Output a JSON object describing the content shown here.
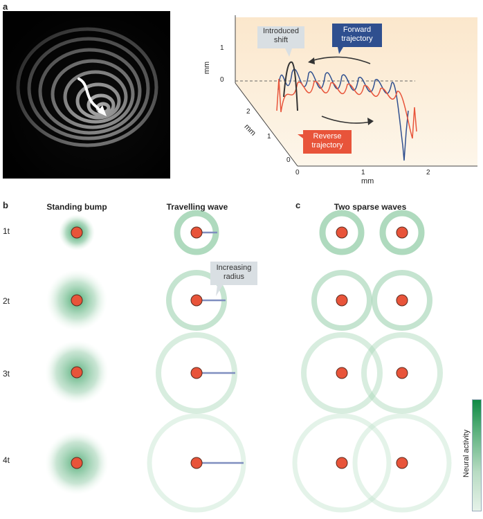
{
  "panel_a": {
    "letter": "a",
    "plot": {
      "axis_vertical_label": "mm",
      "axis_depth_label": "mm",
      "axis_horizontal_label": "mm",
      "vertical_ticks": [
        "1",
        "0"
      ],
      "depth_ticks": [
        "2",
        "1",
        "0"
      ],
      "horizontal_ticks": [
        "0",
        "1",
        "2"
      ],
      "callouts": {
        "shift": "Introduced shift",
        "forward": "Forward trajectory",
        "reverse": "Reverse trajectory"
      },
      "colors": {
        "forward": "#2f4f8f",
        "reverse": "#e8543a",
        "shift": "#333333"
      }
    }
  },
  "panel_b": {
    "letter": "b",
    "col_standing": "Standing bump",
    "col_travelling": "Travelling wave",
    "callout_radius": "Increasing radius"
  },
  "panel_c": {
    "letter": "c",
    "col_sparse": "Two sparse waves"
  },
  "rows": [
    "1t",
    "2t",
    "3t",
    "4t"
  ],
  "legend": {
    "label": "Neural activity",
    "colors": {
      "high": "#0f8a45",
      "low": "#e6f2e9"
    }
  }
}
